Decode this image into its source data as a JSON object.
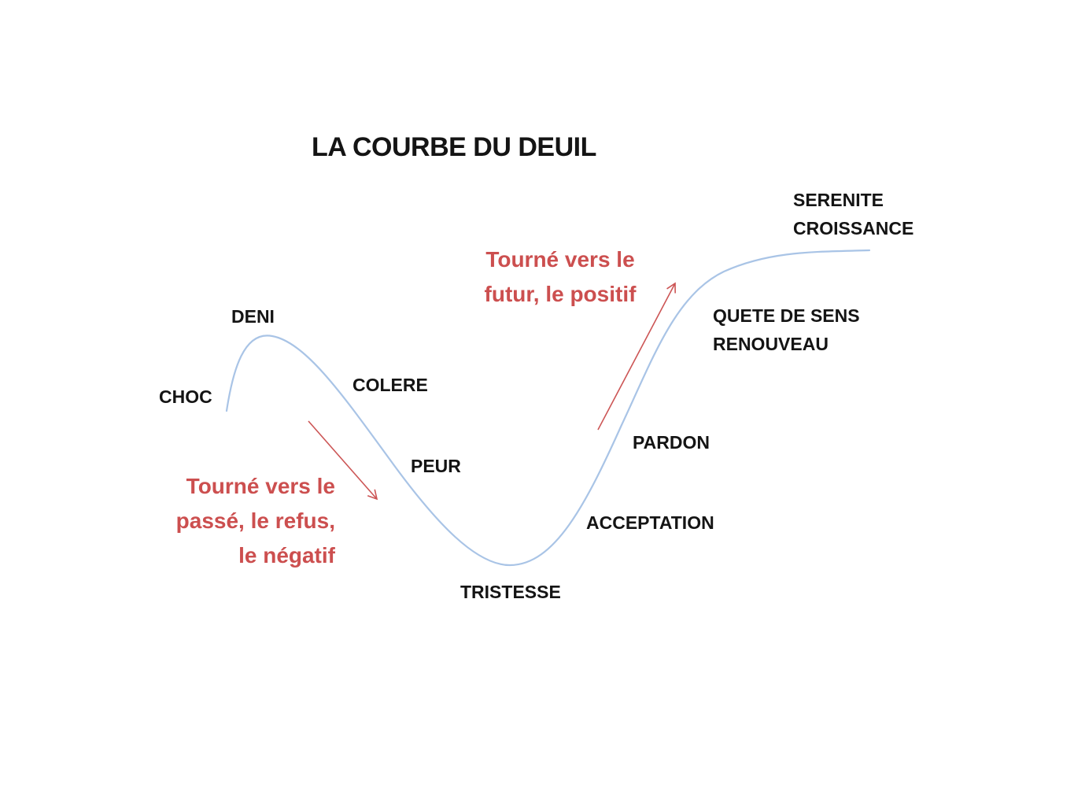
{
  "title": "LA COURBE DU DEUIL",
  "colors": {
    "curve": "#a9c4e6",
    "arrow": "#cc5555",
    "note_text": "#cc4f4f",
    "label_text": "#141414"
  },
  "stages": {
    "choc": "CHOC",
    "deni": "DENI",
    "colere": "COLERE",
    "peur": "PEUR",
    "tristesse": "TRISTESSE",
    "acceptation": "ACCEPTATION",
    "pardon": "PARDON",
    "quete_line1": "QUETE DE SENS",
    "quete_line2": "RENOUVEAU",
    "serenite_line1": "SERENITE",
    "serenite_line2": "CROISSANCE"
  },
  "notes": {
    "past": [
      "Tourné vers le",
      "passé, le refus,",
      "le négatif"
    ],
    "future": [
      "Tourné vers le",
      "futur, le positif"
    ]
  }
}
